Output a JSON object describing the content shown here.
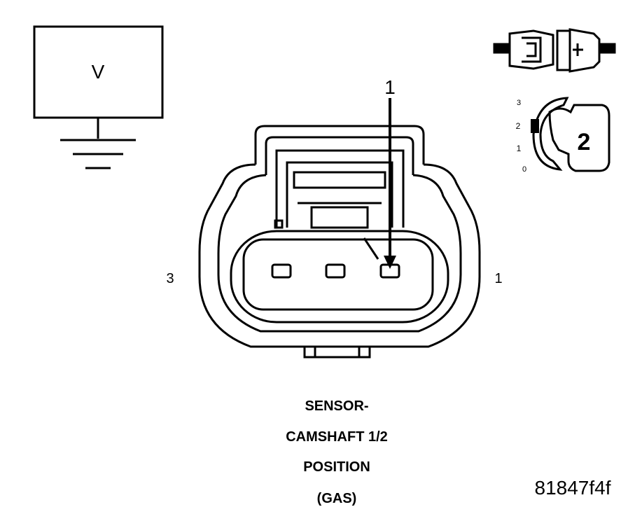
{
  "voltmeter": {
    "symbol": "V"
  },
  "connector": {
    "pin_callout": "1",
    "left_pin_label": "3",
    "right_pin_label": "1"
  },
  "key_icon": {
    "scale_labels": [
      "3",
      "2",
      "1",
      "0"
    ],
    "position_number": "2"
  },
  "caption": {
    "lines": [
      "SENSOR-",
      "CAMSHAFT 1/2",
      "POSITION",
      "(GAS)"
    ]
  },
  "figure_id": "81847f4f"
}
